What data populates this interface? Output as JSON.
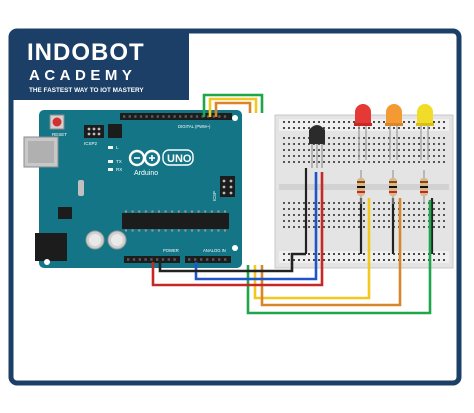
{
  "brand": {
    "name": "INDOBOT",
    "subtitle": "ACADEMY",
    "tagline": "THE FASTEST WAY TO IOT MASTERY"
  },
  "board": {
    "reset_label": "RESET",
    "icsp2_label": "ICSP2",
    "icsp_label": "ICSP",
    "tx_label": "TX",
    "rx_label": "RX",
    "l_label": "L",
    "model_label": "UNO",
    "brand_label": "Arduino",
    "digital_label": "DIGITAL (PWM~)",
    "power_label": "POWER",
    "analog_label": "ANALOG IN"
  },
  "leds": [
    {
      "color_name": "red",
      "color": "#e53935"
    },
    {
      "color_name": "orange",
      "color": "#f39a32"
    },
    {
      "color_name": "yellow",
      "color": "#f2dc2a"
    }
  ],
  "wires": [
    {
      "name": "green",
      "color": "#1fa64a"
    },
    {
      "name": "yellow",
      "color": "#f2c81f"
    },
    {
      "name": "orange",
      "color": "#d9862b"
    },
    {
      "name": "red",
      "color": "#c62828"
    },
    {
      "name": "blue",
      "color": "#1f55c8"
    },
    {
      "name": "black",
      "color": "#222222"
    }
  ],
  "colors": {
    "frame": "#1b3f66",
    "board": "#137586",
    "board_dark": "#0e5f6d",
    "breadboard": "#e4e4e4"
  }
}
